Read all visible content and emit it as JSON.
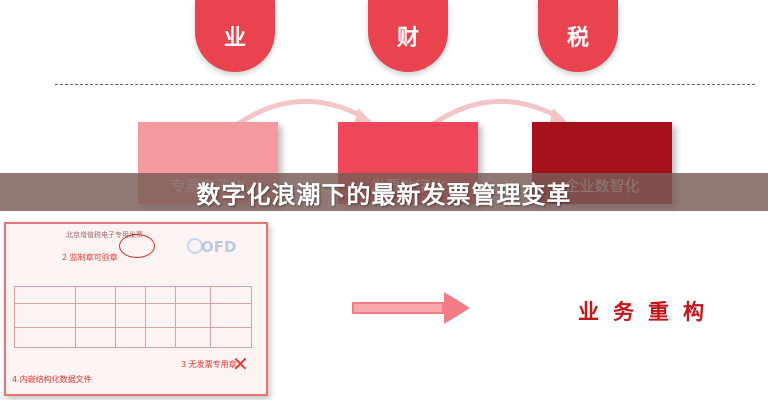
{
  "top_circles": [
    "业",
    "财",
    "税"
  ],
  "stages": [
    {
      "label": "专票电子化",
      "color": "#f39a9f"
    },
    {
      "label": "发票数字化",
      "color": "#f0485a"
    },
    {
      "label": "企业数智化",
      "color": "#a5121c"
    }
  ],
  "banner_title": "数字化浪潮下的最新发票管理变革",
  "invoice": {
    "header": "北京增值税电子专用发票",
    "ofd_label": "OFD",
    "note_2": "2 监制章可验章",
    "note_3": "3 无发票专用章",
    "note_4": "4 内嵌结构化数据文件"
  },
  "bottom_text": "业务重构",
  "colors": {
    "accent_red": "#e8434f",
    "dark_red": "#a5121c",
    "banner_bg": "#785c56"
  }
}
